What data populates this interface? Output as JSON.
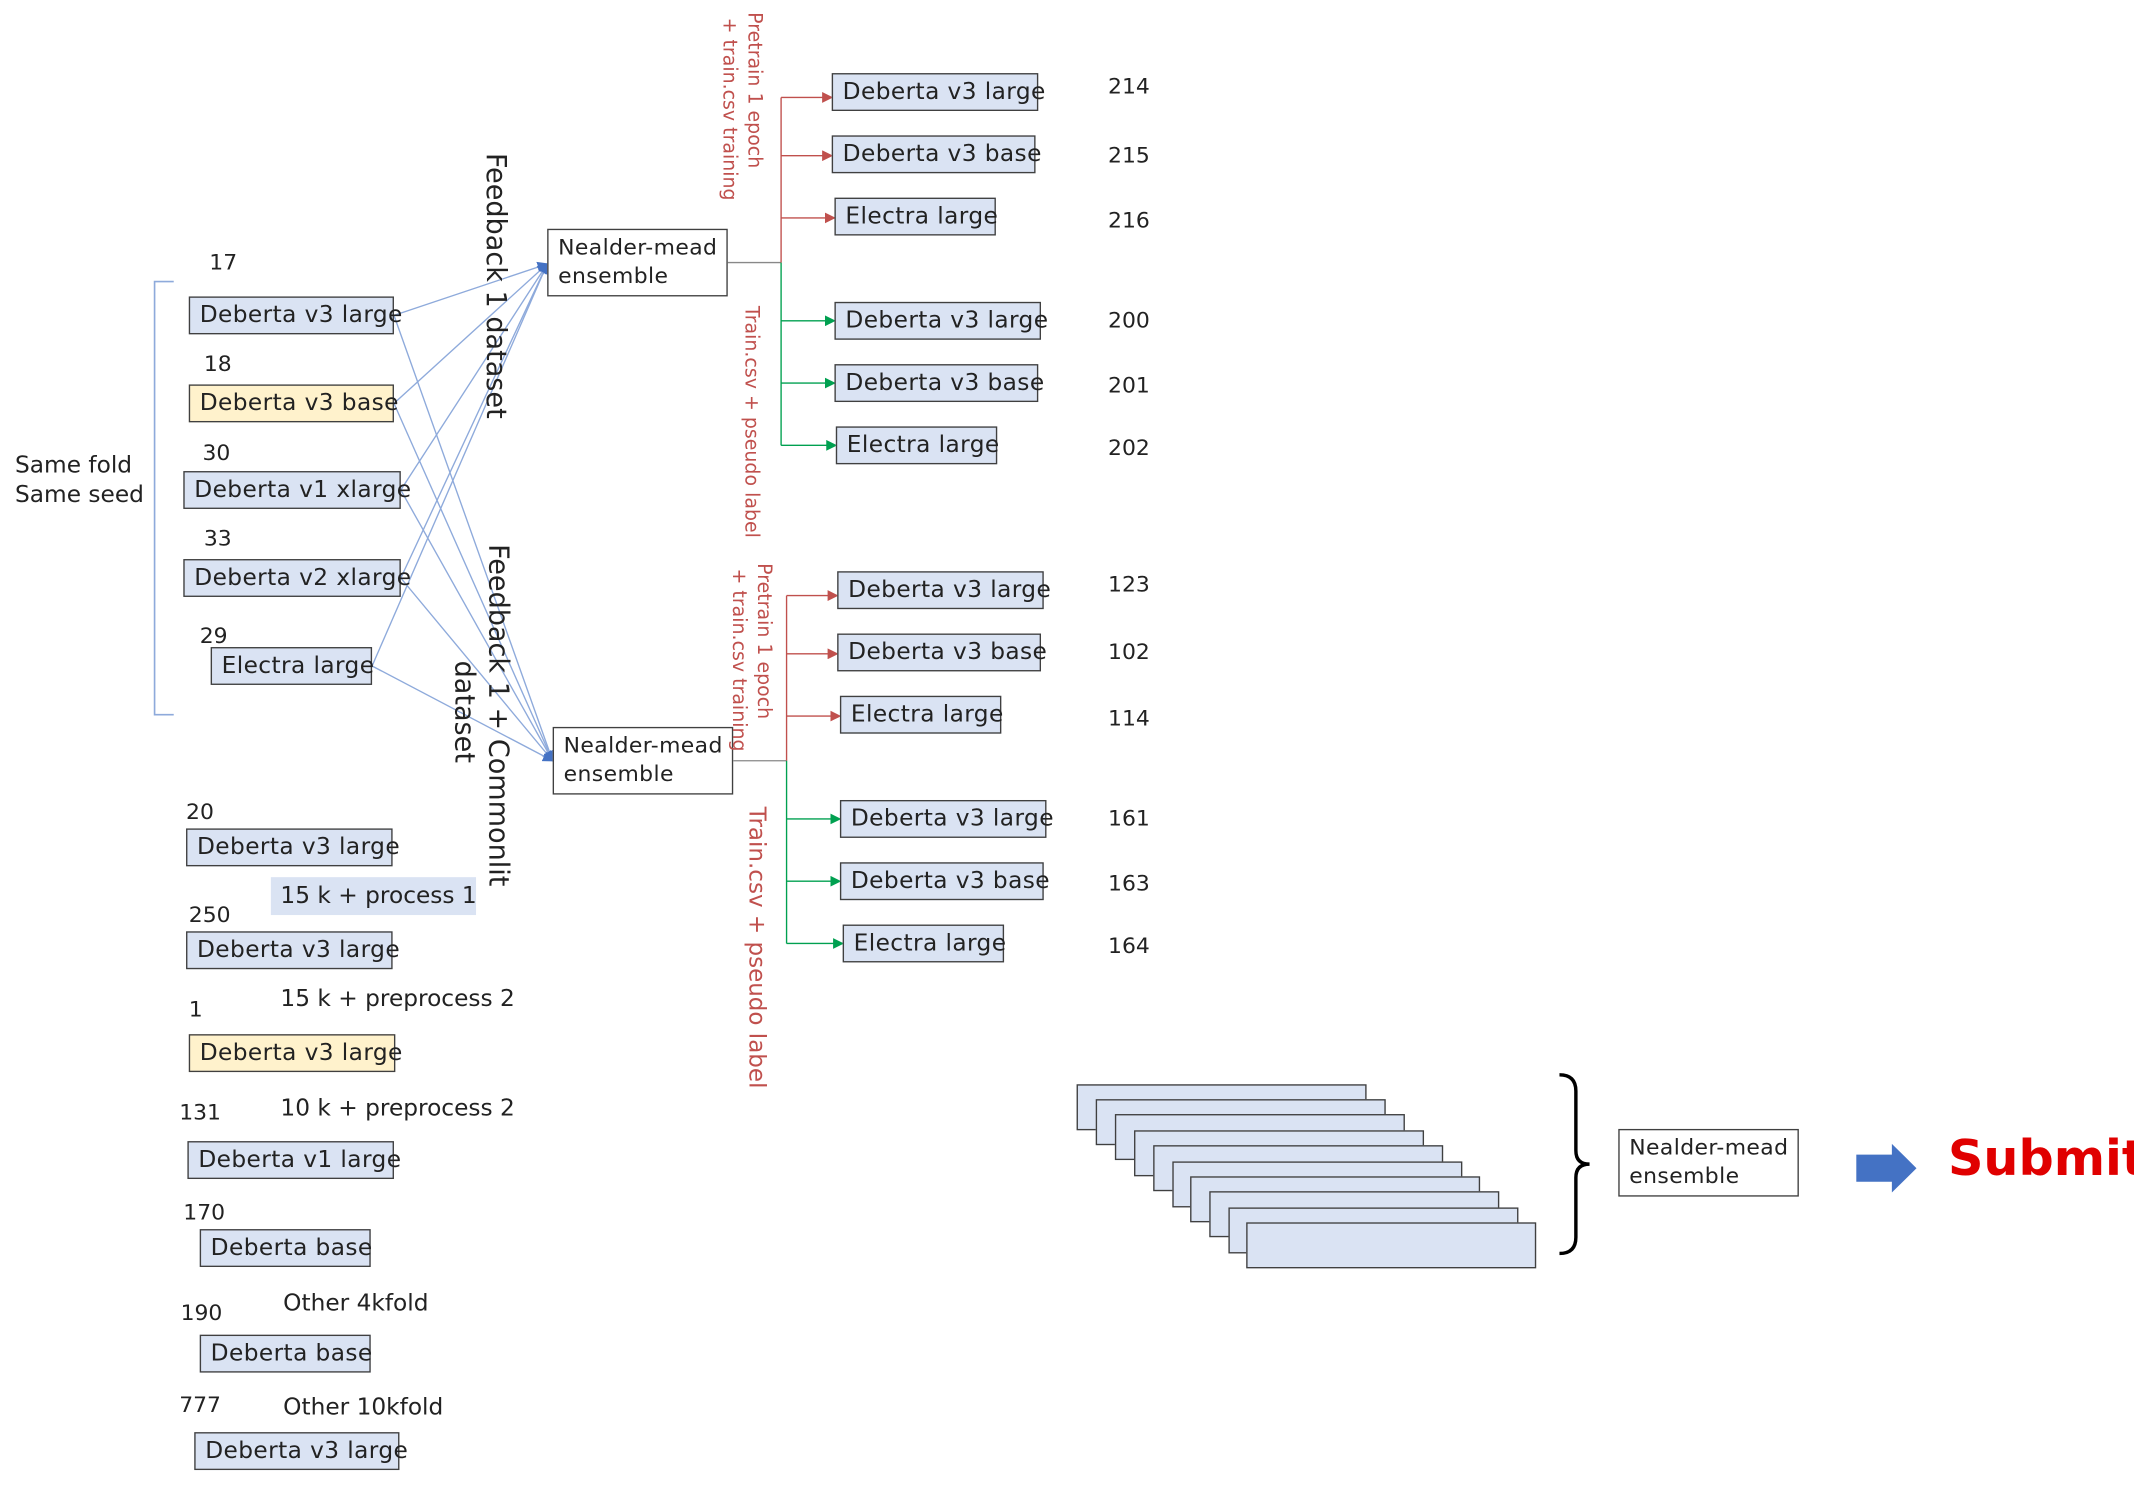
{
  "left_group": {
    "label_line1": "Same fold",
    "label_line2": "Same seed",
    "models": [
      {
        "num": "17",
        "name": "Deberta v3 large"
      },
      {
        "num": "18",
        "name": "Deberta v3 base"
      },
      {
        "num": "30",
        "name": "Deberta v1 xlarge"
      },
      {
        "num": "33",
        "name": "Deberta v2 xlarge"
      },
      {
        "num": "29",
        "name": "Electra large"
      }
    ]
  },
  "side_labels": {
    "feedback1": "Feedback 1 dataset",
    "feedback2_line1": "Feedback 1 + Commonlit",
    "feedback2_line2": "dataset"
  },
  "ensembles": {
    "top": "Nealder-mead ensemble",
    "mid": "Nealder-mead ensemble",
    "final": "Nealder-mead ensemble"
  },
  "branch_labels": {
    "top_red_line1": "Pretrain 1 epoch",
    "top_red_line2": "+ train.csv training",
    "top_green": "Train.csv + pseudo label",
    "mid_red_line1": "Pretrain 1 epoch",
    "mid_red_line2": "+ train.csv training",
    "mid_green": "Train.csv + pseudo label"
  },
  "top_outputs": [
    {
      "name": "Deberta v3 large",
      "num": "214"
    },
    {
      "name": "Deberta v3 base",
      "num": "215"
    },
    {
      "name": "Electra large",
      "num": "216"
    },
    {
      "name": "Deberta v3 large",
      "num": "200"
    },
    {
      "name": "Deberta v3 base",
      "num": "201"
    },
    {
      "name": "Electra large",
      "num": "202"
    }
  ],
  "mid_outputs": [
    {
      "name": "Deberta v3 large",
      "num": "123"
    },
    {
      "name": "Deberta v3 base",
      "num": "102"
    },
    {
      "name": "Electra large",
      "num": "114"
    },
    {
      "name": "Deberta v3 large",
      "num": "161"
    },
    {
      "name": "Deberta v3 base",
      "num": "163"
    },
    {
      "name": "Electra large",
      "num": "164"
    }
  ],
  "other_models": [
    {
      "num": "20",
      "name": "Deberta v3 large",
      "note": "15 k + process 1"
    },
    {
      "num": "250",
      "name": "Deberta v3 large",
      "note": "15 k + preprocess 2"
    },
    {
      "num": "1",
      "name": "Deberta v3 large",
      "note": "10 k + preprocess 2"
    },
    {
      "num": "131",
      "name": "Deberta v1 large",
      "note": ""
    },
    {
      "num": "170",
      "name": "Deberta base",
      "note": "Other 4kfold"
    },
    {
      "num": "190",
      "name": "Deberta base",
      "note": "Other 10kfold"
    },
    {
      "num": "777",
      "name": "Deberta v3 large",
      "note": ""
    }
  ],
  "submit_label": "Submit",
  "colors": {
    "box_fill": "#dae3f3",
    "highlight_fill": "#fff2cc",
    "red_branch": "#c0504d",
    "green_branch": "#00a050",
    "connector": "#8eaadb",
    "submit_text": "#e00000",
    "arrow": "#4472c4"
  }
}
